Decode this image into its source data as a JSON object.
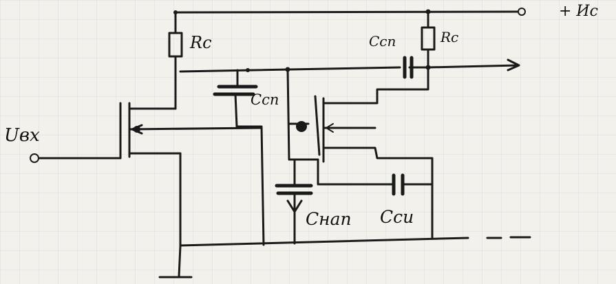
{
  "labels": {
    "supply": "+ Ис",
    "input": "Uвх",
    "rc_left": "Rc",
    "rc_right": "Rc",
    "c_cp_left": "Ccп",
    "c_cp_right": "Ccп",
    "c_nap": "Cнап",
    "c_si": "Cси"
  }
}
